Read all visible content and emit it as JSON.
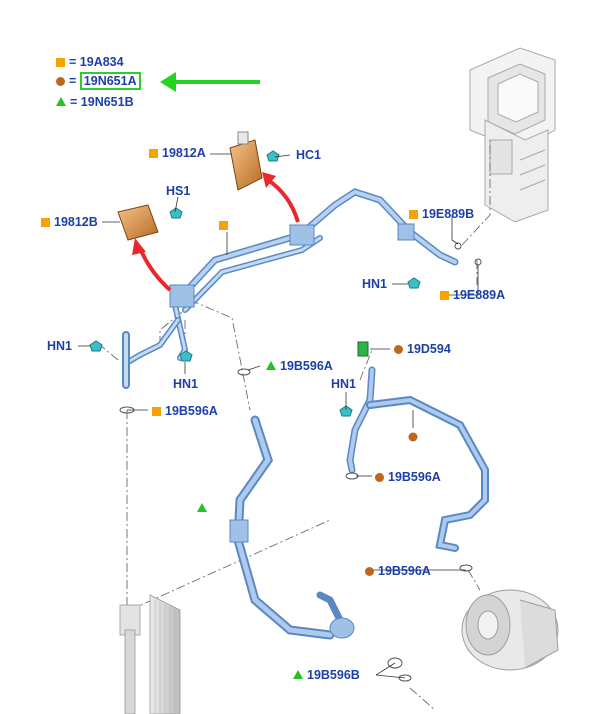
{
  "legend": {
    "square_code": "19A834",
    "circle_code": "19N651A",
    "triangle_code": "19N651B",
    "equals": "="
  },
  "labels": {
    "c19812A": "19812A",
    "hc1": "HC1",
    "hs1": "HS1",
    "c19812B": "19812B",
    "c19E889B": "19E889B",
    "hn1_right": "HN1",
    "c19E889A": "19E889A",
    "hn1_left": "HN1",
    "hn1_mid": "HN1",
    "c19B596A_left": "19B596A",
    "c19B596A_tri": "19B596A",
    "c19D594": "19D594",
    "hn1_lower": "HN1",
    "c19B596A_mid": "19B596A",
    "c19B596A_low": "19B596A",
    "c19B596B": "19B596B"
  },
  "colors": {
    "square": "#f5a300",
    "circle": "#c0661b",
    "triangle": "#22c322",
    "label_text": "#1d3fa8",
    "highlight": "#2ecc2e",
    "arrow_red": "#e8282b",
    "pipe": "#8fb6e0",
    "pipe_dark": "#5a88c4"
  },
  "icons": [
    "square-marker",
    "circle-marker",
    "triangle-marker",
    "green-arrow",
    "red-arrow",
    "clip-icon",
    "connector-icon"
  ]
}
